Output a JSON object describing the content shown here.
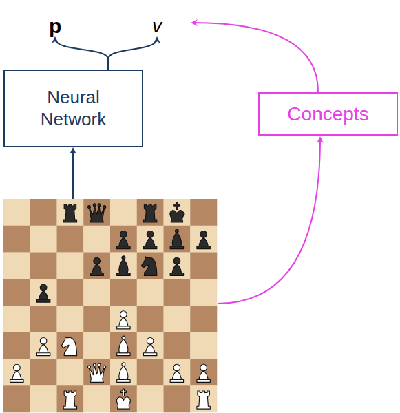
{
  "diagram": {
    "nodes": [
      {
        "text": [
          "Neural Network"
        ]
      },
      {
        "text": [
          "Concepts"
        ]
      }
    ],
    "labels": [
      "p",
      "v"
    ]
  }
}
